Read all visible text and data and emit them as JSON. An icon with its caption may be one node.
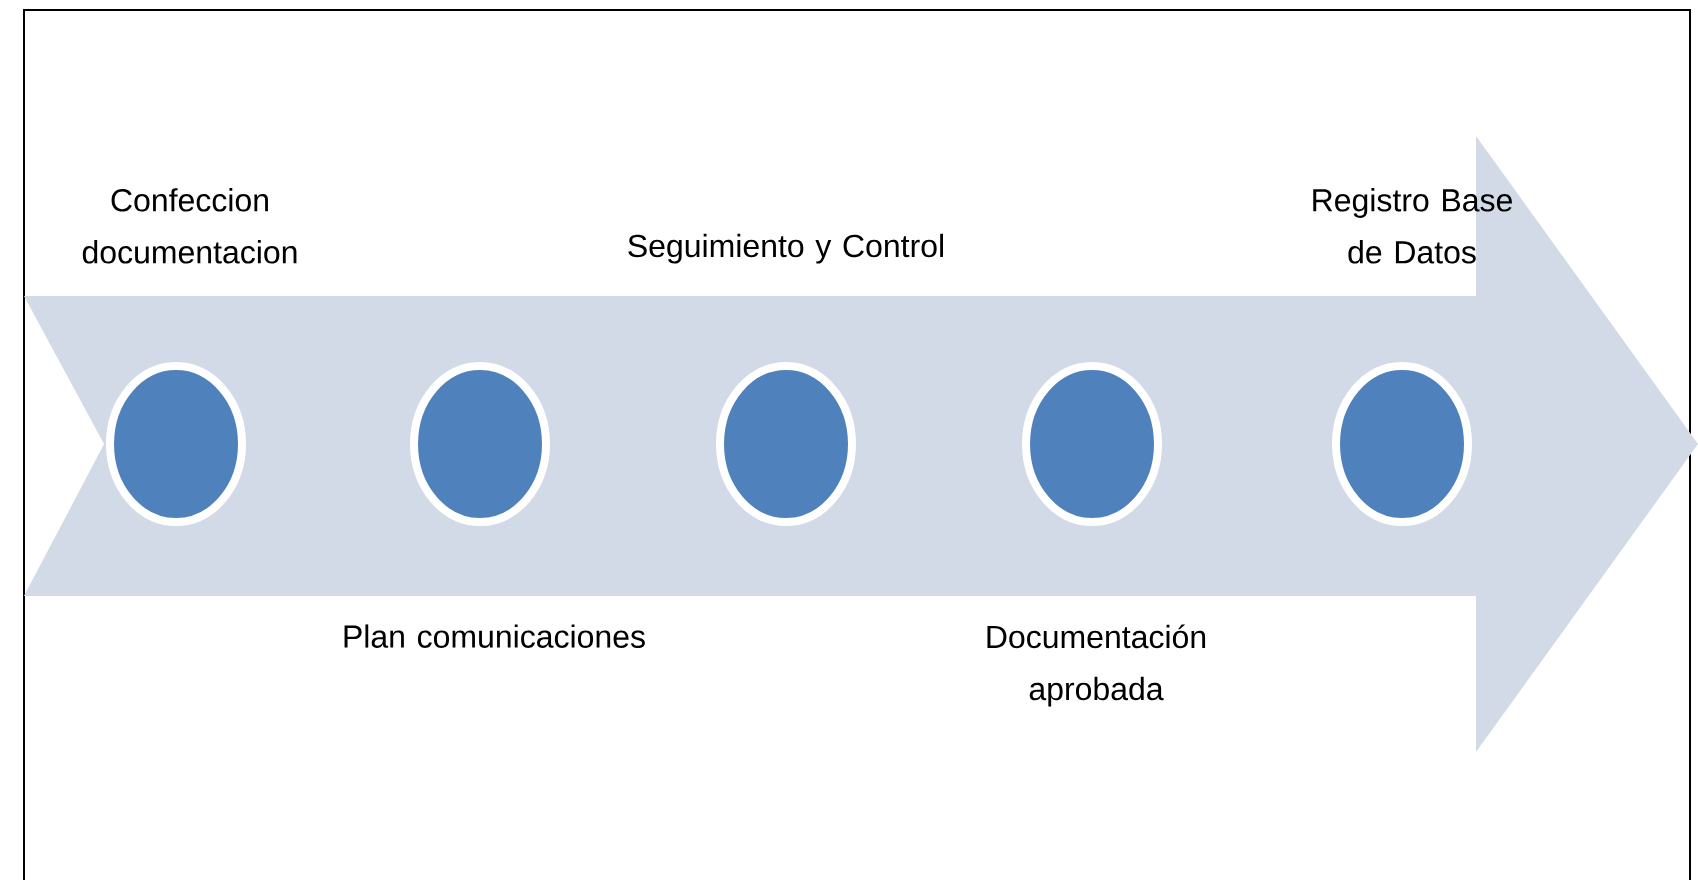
{
  "diagram": {
    "nodes": [
      {
        "text": [],
        "shape": "circle",
        "beside": [
          "Confeccion documentacion"
        ]
      },
      {
        "text": [],
        "shape": "circle",
        "beside": [
          "Plan comunicaciones"
        ]
      },
      {
        "text": [],
        "shape": "circle",
        "beside": [
          "Seguimiento y Control"
        ]
      },
      {
        "text": [],
        "shape": "circle",
        "beside": [
          "Documentación aprobada"
        ]
      },
      {
        "text": [],
        "shape": "circle",
        "beside": [
          "Registro Base de Datos"
        ]
      }
    ]
  }
}
